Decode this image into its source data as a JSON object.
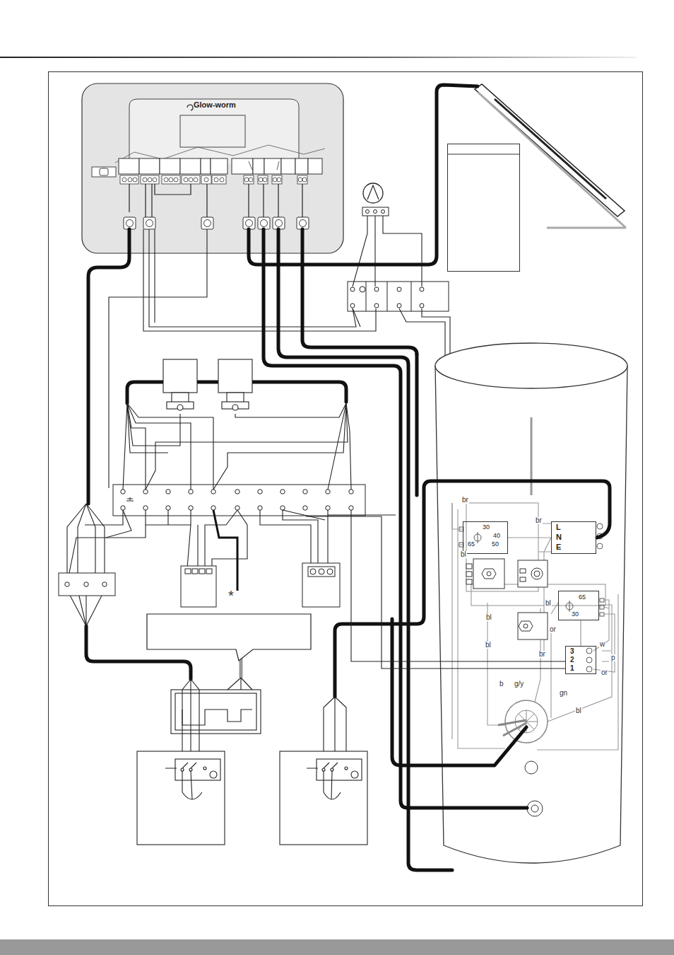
{
  "diagram": {
    "nodes": [
      {
        "text": [
          "Glow-worm"
        ]
      },
      {
        "text": [
          "30",
          "40",
          "50",
          "65"
        ]
      },
      {
        "text": [
          "L",
          "N",
          "E"
        ]
      },
      {
        "text": [
          "65",
          "30"
        ]
      },
      {
        "text": [
          "3",
          "2",
          "1"
        ]
      }
    ],
    "edges": [
      {
        "from": 1,
        "to": 2,
        "arrow": "none"
      },
      {
        "from": 3,
        "to": 4,
        "arrow": "none"
      }
    ],
    "labels": [
      "*",
      "br",
      "br",
      "bl",
      "bl",
      "or",
      "bl",
      "bl",
      "br",
      "w",
      "p",
      "or",
      "b",
      "g/y",
      "gn",
      "bl"
    ]
  }
}
